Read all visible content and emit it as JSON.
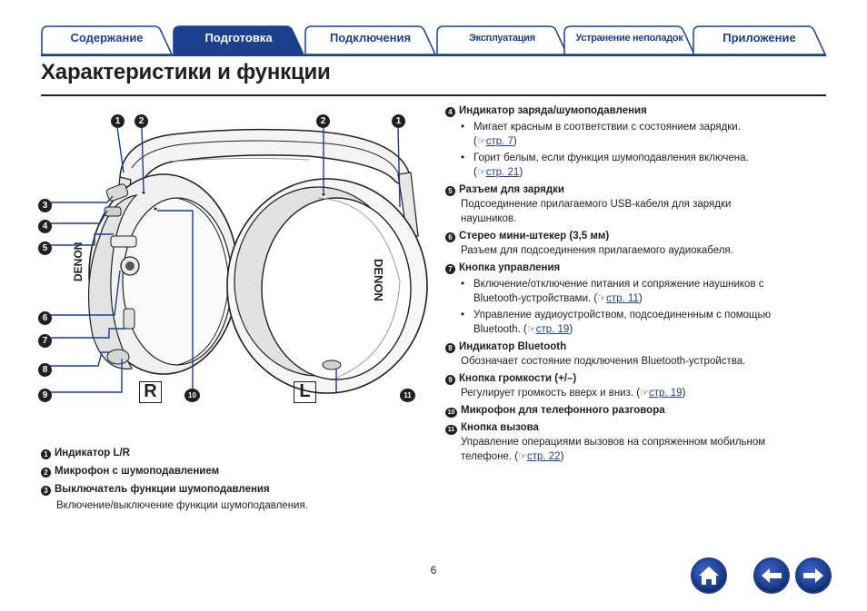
{
  "tabs": [
    {
      "label": "Содержание",
      "active": false
    },
    {
      "label": "Подготовка",
      "active": true
    },
    {
      "label": "Подключения",
      "active": false
    },
    {
      "label": "Эксплуатация",
      "active": false
    },
    {
      "label": "Устранение неполадок",
      "active": false
    },
    {
      "label": "Приложение",
      "active": false
    }
  ],
  "page_title": "Характеристики и функции",
  "illustration": {
    "callouts": [
      "1",
      "2",
      "2",
      "1",
      "3",
      "4",
      "5",
      "6",
      "7",
      "8",
      "9",
      "10",
      "11"
    ],
    "side_right": "R",
    "side_left": "L",
    "brand_text": "DENON"
  },
  "left_items": [
    {
      "num": "1",
      "title": "Индикатор L/R"
    },
    {
      "num": "2",
      "title": "Микрофон с шумоподавлением"
    },
    {
      "num": "3",
      "title": "Выключатель функции шумоподавления",
      "desc": "Включение/выключение функции шумоподавления."
    }
  ],
  "right_items": {
    "i4": {
      "num": "4",
      "title": "Индикатор заряда/шумоподавления",
      "b1": "Мигает красным в соответствии с состоянием зарядки.",
      "b1_ref": "стр. 7",
      "b2": "Горит белым, если функция шумоподавления включена.",
      "b2_ref": "стр. 21"
    },
    "i5": {
      "num": "5",
      "title": "Разъем для зарядки",
      "desc": "Подсоединение прилагаемого USB-кабеля для зарядки наушников."
    },
    "i6": {
      "num": "6",
      "title": "Стерео мини-штекер (3,5 мм)",
      "desc": "Разъем для подсоединения прилагаемого аудиокабеля."
    },
    "i7": {
      "num": "7",
      "title": "Кнопка управления",
      "b1": "Включение/отключение питания и сопряжение наушников с Bluetooth-устройствами.",
      "b1_ref": "стр. 11",
      "b2": "Управление аудиоустройством, подсоединенным с помощью Bluetooth.",
      "b2_ref": "стр. 19"
    },
    "i8": {
      "num": "8",
      "title": "Индикатор Bluetooth",
      "desc": "Обозначает состояние подключения Bluetooth-устройства."
    },
    "i9": {
      "num": "9",
      "title": "Кнопка громкости (+/–)",
      "desc": "Регулирует громкость вверх и вниз.",
      "desc_ref": "стр. 19"
    },
    "i10": {
      "num": "10",
      "title": "Микрофон для телефонного разговора"
    },
    "i11": {
      "num": "11",
      "title": "Кнопка вызова",
      "desc": "Управление операциями вызовов на сопряженном мобильном телефоне.",
      "desc_ref": "стр. 22"
    }
  },
  "ref_icon": "pointing-hand-icon",
  "page_number": "6",
  "nav": {
    "home": "home-icon",
    "back": "arrow-left-icon",
    "forward": "arrow-right-icon"
  },
  "colors": {
    "accent": "#1d3f8f",
    "text": "#231f20"
  }
}
